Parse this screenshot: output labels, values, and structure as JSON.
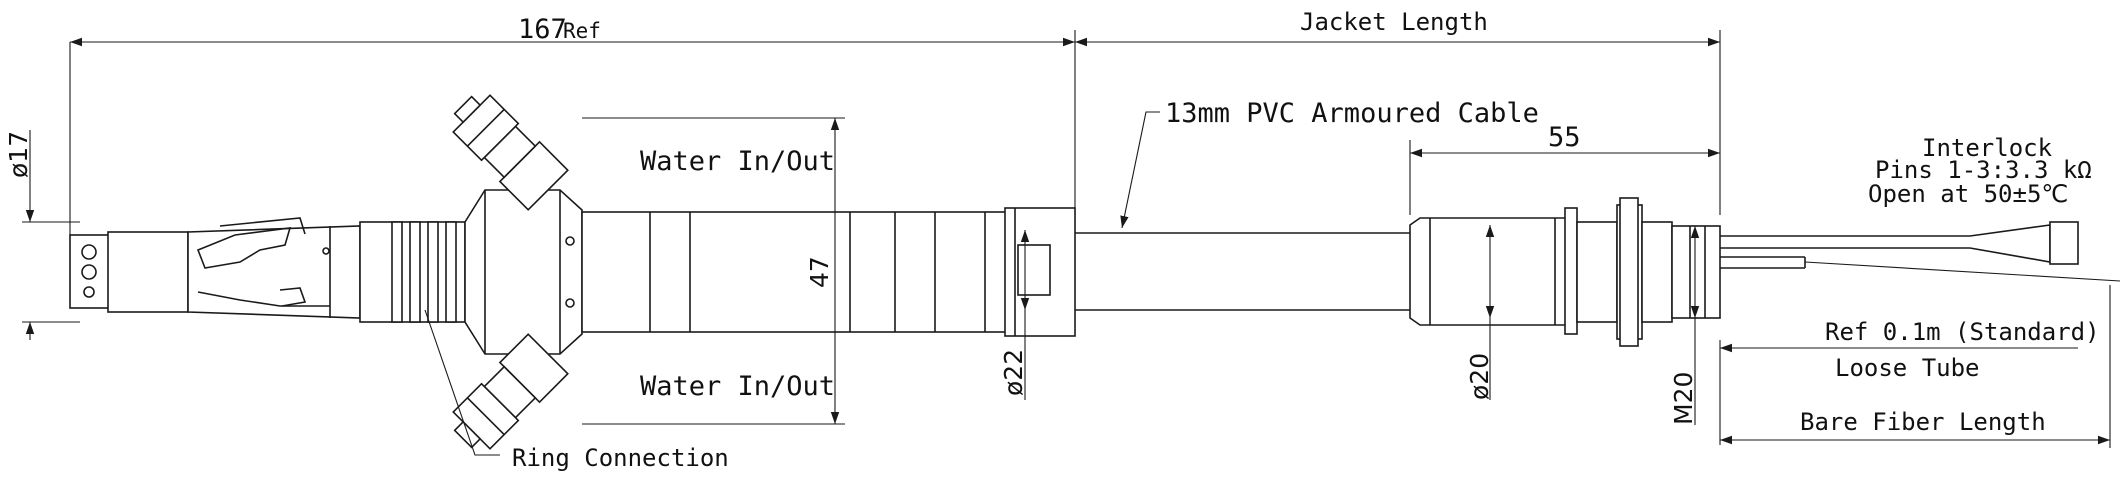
{
  "labels": {
    "overall_length_value": "167",
    "overall_length_suffix": "Ref",
    "jacket_length": "Jacket  Length",
    "cable": "13mm PVC Armoured Cable",
    "nut_length": "55",
    "interlock_title": "Interlock",
    "interlock_pins": "Pins 1-3:3.3 kΩ",
    "interlock_open": "Open at 50±5℃",
    "water_top": "Water In/Out",
    "water_bottom": "Water In/Out",
    "body_dia": "47",
    "connector_dia": "ø17",
    "jacket_dia": "ø22",
    "nut_dia": "ø20",
    "thread": "M20",
    "ref_tube": "Ref 0.1m (Standard)",
    "loose_tube": "Loose Tube",
    "bare_fiber": "Bare Fiber Length",
    "ring": "Ring Connection"
  },
  "colors": {
    "line": "#1a1a1a",
    "text": "#111111",
    "background": "#ffffff"
  }
}
